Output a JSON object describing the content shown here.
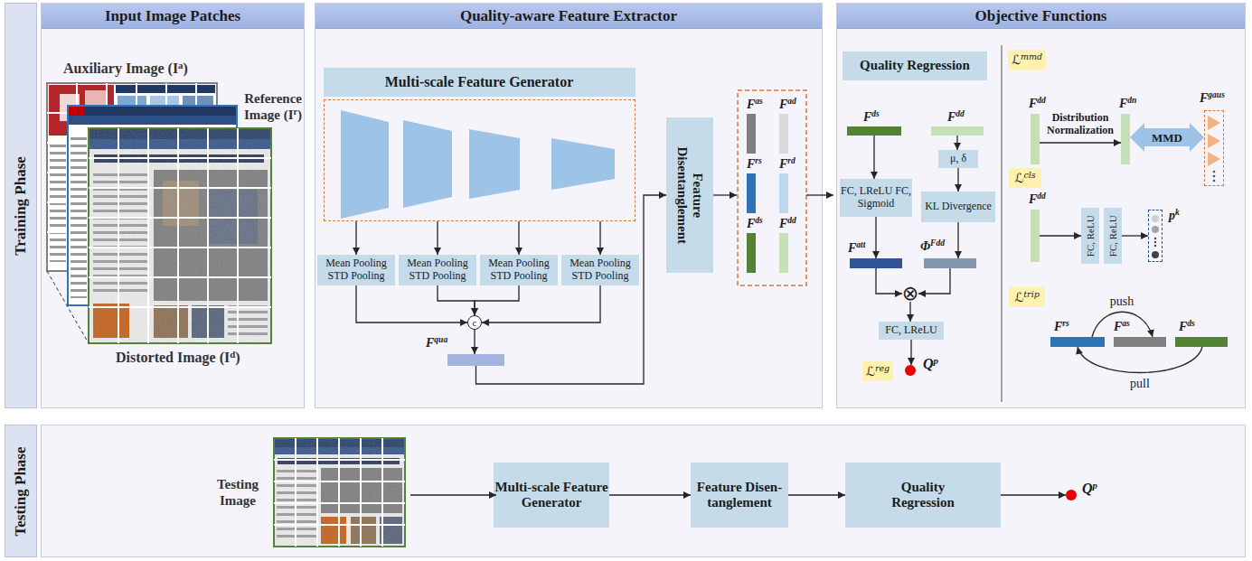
{
  "diagram": {
    "nodes": [
      {
        "text": [
          "Training Phase"
        ]
      },
      {
        "text": [
          "Input Image Patches"
        ]
      },
      {
        "text": [
          "Quality-aware Feature Extractor"
        ]
      },
      {
        "text": [
          "Multi-scale Feature Generator"
        ],
        "in": 2
      },
      {
        "text": [
          "Mean Pooling STD Pooling"
        ],
        "in": 2
      },
      {
        "text": [
          "Mean Pooling STD Pooling"
        ],
        "in": 2
      },
      {
        "text": [
          "Mean Pooling STD Pooling"
        ],
        "in": 2
      },
      {
        "text": [
          "Mean Pooling STD Pooling"
        ],
        "in": 2
      },
      {
        "text": [
          "c"
        ],
        "in": 2
      },
      {
        "text": [
          "Fqua"
        ],
        "in": 2
      },
      {
        "text": [
          "Feature Disentanglement"
        ],
        "in": 2
      },
      {
        "text": [
          "Fas"
        ],
        "in": 2
      },
      {
        "text": [
          "Fad"
        ],
        "in": 2
      },
      {
        "text": [
          "Frs"
        ],
        "in": 2
      },
      {
        "text": [
          "Frd"
        ],
        "in": 2
      },
      {
        "text": [
          "Fds"
        ],
        "in": 2
      },
      {
        "text": [
          "Fdd"
        ],
        "in": 2
      },
      {
        "text": [
          "Objective Functions"
        ]
      },
      {
        "text": [
          "Quality Regression"
        ],
        "in": 17
      },
      {
        "text": [
          "Fds"
        ],
        "in": 17
      },
      {
        "text": [
          "Fdd"
        ],
        "in": 17
      },
      {
        "text": [
          "FC, LReLU FC, Sigmoid"
        ],
        "in": 17
      },
      {
        "text": [
          "μ, δ"
        ],
        "in": 17
      },
      {
        "text": [
          "KL Divergence"
        ],
        "in": 17
      },
      {
        "text": [
          "Fatt"
        ],
        "in": 17
      },
      {
        "text": [
          "ΦFdd"
        ],
        "in": 17
      },
      {
        "text": [
          "⊗"
        ],
        "in": 17
      },
      {
        "text": [
          "FC, LReLU"
        ],
        "in": 17
      },
      {
        "text": [
          "ℒreg"
        ],
        "in": 17
      },
      {
        "text": [
          "Qp"
        ],
        "in": 17
      },
      {
        "text": [
          "ℒmmd"
        ],
        "in": 17
      },
      {
        "text": [
          "Fdd"
        ],
        "in": 17
      },
      {
        "text": [
          "Fdn"
        ],
        "in": 17
      },
      {
        "text": [
          "Fgaus"
        ],
        "in": 17
      },
      {
        "text": [
          "ℒcls"
        ],
        "in": 17
      },
      {
        "text": [
          "Fdd"
        ],
        "in": 17
      },
      {
        "text": [
          "FC, ReLU"
        ],
        "in": 17
      },
      {
        "text": [
          "FC, ReLU"
        ],
        "in": 17
      },
      {
        "text": [
          "pk"
        ],
        "in": 17
      },
      {
        "text": [
          "ℒtrip"
        ],
        "in": 17
      },
      {
        "text": [
          "Frs"
        ],
        "in": 17
      },
      {
        "text": [
          "Fas"
        ],
        "in": 17
      },
      {
        "text": [
          "Fds"
        ],
        "in": 17
      },
      {
        "text": [
          "Testing Phase"
        ]
      },
      {
        "text": [
          "Multi-scale Feature Generator"
        ]
      },
      {
        "text": [
          "Feature Disen- tanglement"
        ]
      },
      {
        "text": [
          "Quality Regression"
        ]
      },
      {
        "text": [
          "Qp"
        ]
      }
    ],
    "edges": [
      {
        "from": 3,
        "to": 4,
        "arrow": "to"
      },
      {
        "from": 3,
        "to": 5,
        "arrow": "to"
      },
      {
        "from": 3,
        "to": 6,
        "arrow": "to"
      },
      {
        "from": 3,
        "to": 7,
        "arrow": "to"
      },
      {
        "from": 4,
        "to": 8,
        "arrow": "to"
      },
      {
        "from": 5,
        "to": 8,
        "arrow": "to"
      },
      {
        "from": 6,
        "to": 8,
        "arrow": "to"
      },
      {
        "from": 7,
        "to": 8,
        "arrow": "to"
      },
      {
        "from": 8,
        "to": 9,
        "arrow": "to"
      },
      {
        "from": 9,
        "to": 10,
        "arrow": "to"
      },
      {
        "from": 19,
        "to": 21,
        "arrow": "to"
      },
      {
        "from": 21,
        "to": 24,
        "arrow": "to"
      },
      {
        "from": 20,
        "to": 22,
        "arrow": "to"
      },
      {
        "from": 22,
        "to": 23,
        "arrow": "to"
      },
      {
        "from": 23,
        "to": 25,
        "arrow": "to"
      },
      {
        "from": 24,
        "to": 26,
        "arrow": "to"
      },
      {
        "from": 25,
        "to": 26,
        "arrow": "to"
      },
      {
        "from": 26,
        "to": 27,
        "arrow": "to"
      },
      {
        "from": 27,
        "to": 29,
        "arrow": "to"
      },
      {
        "from": 31,
        "to": 32,
        "label": "Distribution Normalization",
        "arrow": "to"
      },
      {
        "from": 32,
        "to": 33,
        "label": "MMD",
        "arrow": "both"
      },
      {
        "from": 35,
        "to": 36,
        "arrow": "to"
      },
      {
        "from": 37,
        "to": 38,
        "arrow": "to"
      },
      {
        "from": 40,
        "to": 41,
        "label": "push",
        "arrow": "to"
      },
      {
        "from": 42,
        "to": 40,
        "label": "pull",
        "arrow": "to"
      },
      {
        "from": 44,
        "to": 45,
        "arrow": "to"
      },
      {
        "from": 45,
        "to": 46,
        "arrow": "to"
      },
      {
        "from": 46,
        "to": 47,
        "arrow": "to"
      }
    ],
    "labels": [
      "Auxiliary Image (Ia)",
      "Reference Image (Ir)",
      "Distorted Image (Id)",
      "Testing Image"
    ]
  }
}
